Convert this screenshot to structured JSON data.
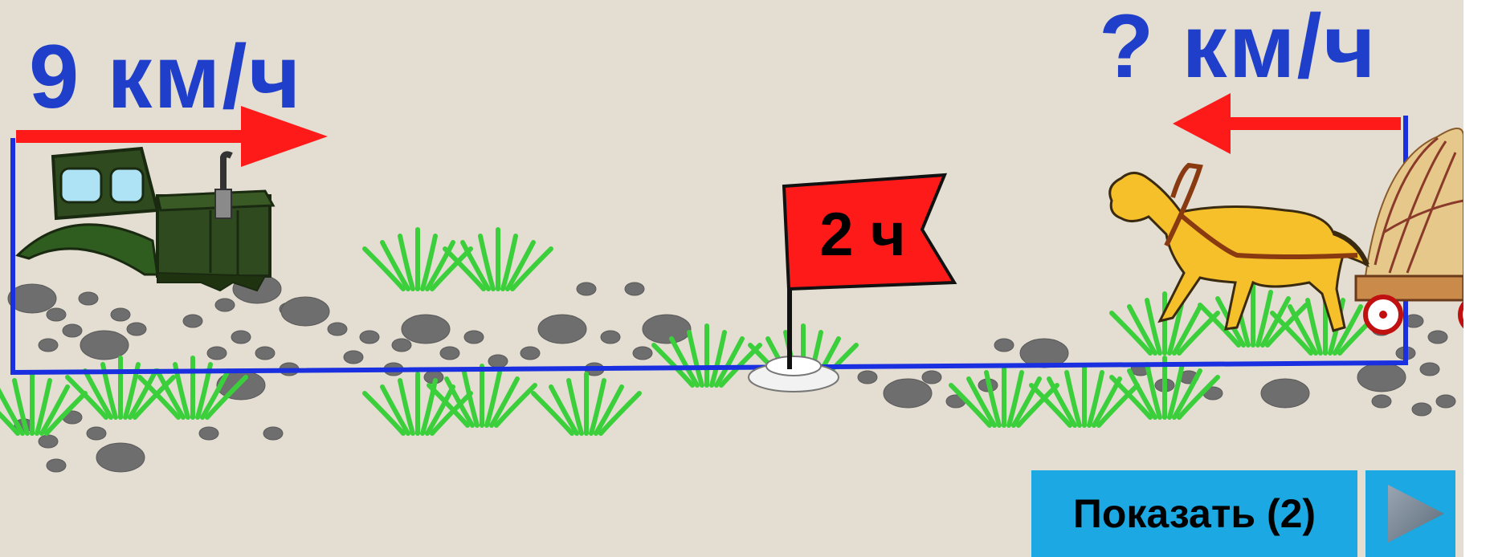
{
  "problem": {
    "tractor_speed": "9 км/ч",
    "horse_speed": "? км/ч",
    "flag_time": "2 ч"
  },
  "controls": {
    "show_label": "Показать (2)"
  },
  "icons": {
    "tractor": "tractor-icon",
    "horse": "horse-cart-icon",
    "flag": "flag-icon",
    "next": "play-triangle-icon"
  },
  "colors": {
    "background": "#e3ddd2",
    "speed_text": "#1f3ec9",
    "arrow": "#ff1a1a",
    "route_line": "#1a2fe0",
    "flag": "#ff1a1a",
    "button": "#1ca8e2"
  }
}
